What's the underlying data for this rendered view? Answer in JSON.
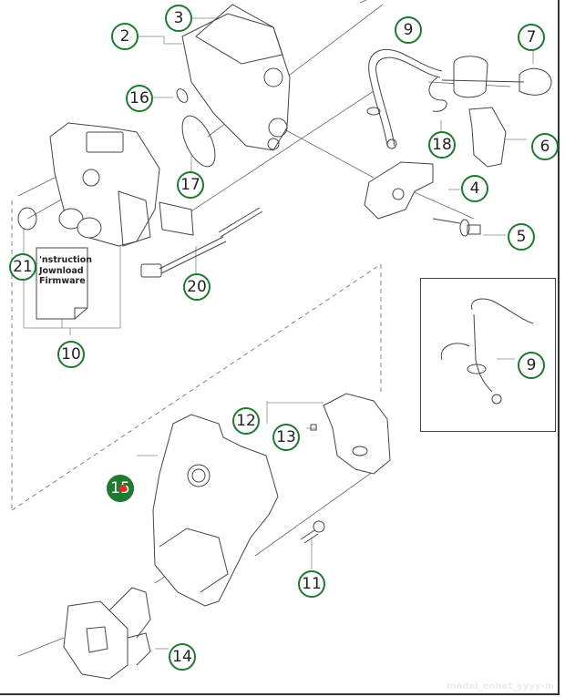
{
  "diagram": {
    "type": "exploded-parts-diagram",
    "accent_color": "#1e7a2e",
    "active_marker_color": "#e52b2b",
    "document_label_lines": [
      "'nstruction",
      "Jownload",
      "Firmware"
    ],
    "watermark": "model_enhet_yyyy-m",
    "callouts": [
      {
        "id": "2",
        "label": "2"
      },
      {
        "id": "3",
        "label": "3"
      },
      {
        "id": "4",
        "label": "4"
      },
      {
        "id": "5",
        "label": "5"
      },
      {
        "id": "6",
        "label": "6"
      },
      {
        "id": "7",
        "label": "7"
      },
      {
        "id": "9a",
        "label": "9"
      },
      {
        "id": "9b",
        "label": "9"
      },
      {
        "id": "10",
        "label": "10"
      },
      {
        "id": "11",
        "label": "11"
      },
      {
        "id": "12",
        "label": "12"
      },
      {
        "id": "13",
        "label": "13"
      },
      {
        "id": "14",
        "label": "14"
      },
      {
        "id": "15",
        "label": "15",
        "active": true
      },
      {
        "id": "16",
        "label": "16"
      },
      {
        "id": "17",
        "label": "17"
      },
      {
        "id": "18",
        "label": "18"
      },
      {
        "id": "20",
        "label": "20"
      },
      {
        "id": "21",
        "label": "21"
      }
    ]
  }
}
